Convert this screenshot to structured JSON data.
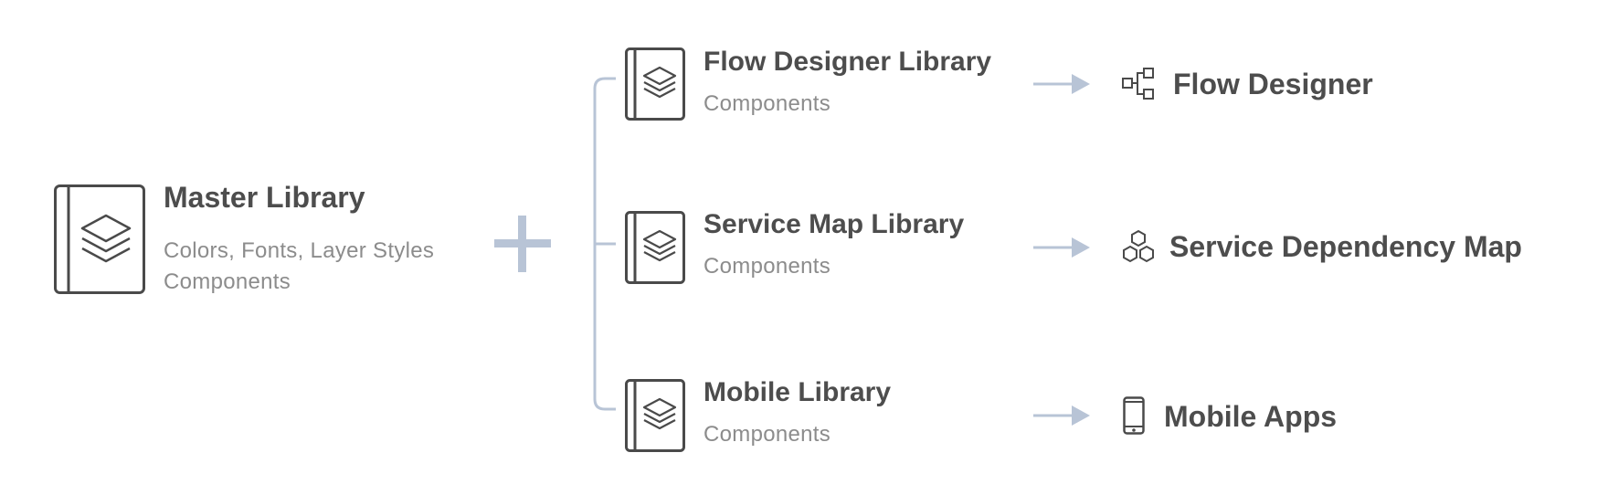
{
  "master": {
    "title": "Master Library",
    "lines": [
      "Colors, Fonts, Layer Styles",
      "Components"
    ]
  },
  "libraries": [
    {
      "title": "Flow Designer Library",
      "subtitle": "Components",
      "app": "Flow Designer",
      "app_icon": "flowchart-icon"
    },
    {
      "title": "Service Map Library",
      "subtitle": "Components",
      "app": "Service Dependency Map",
      "app_icon": "hexagon-cluster-icon"
    },
    {
      "title": "Mobile Library",
      "subtitle": "Components",
      "app": "Mobile Apps",
      "app_icon": "mobile-phone-icon"
    }
  ],
  "colors": {
    "connector": "#b8c4d6",
    "icon_stroke": "#4a4a4a",
    "title_text": "#4d4d4d",
    "subtitle_text": "#8c8c8c"
  }
}
